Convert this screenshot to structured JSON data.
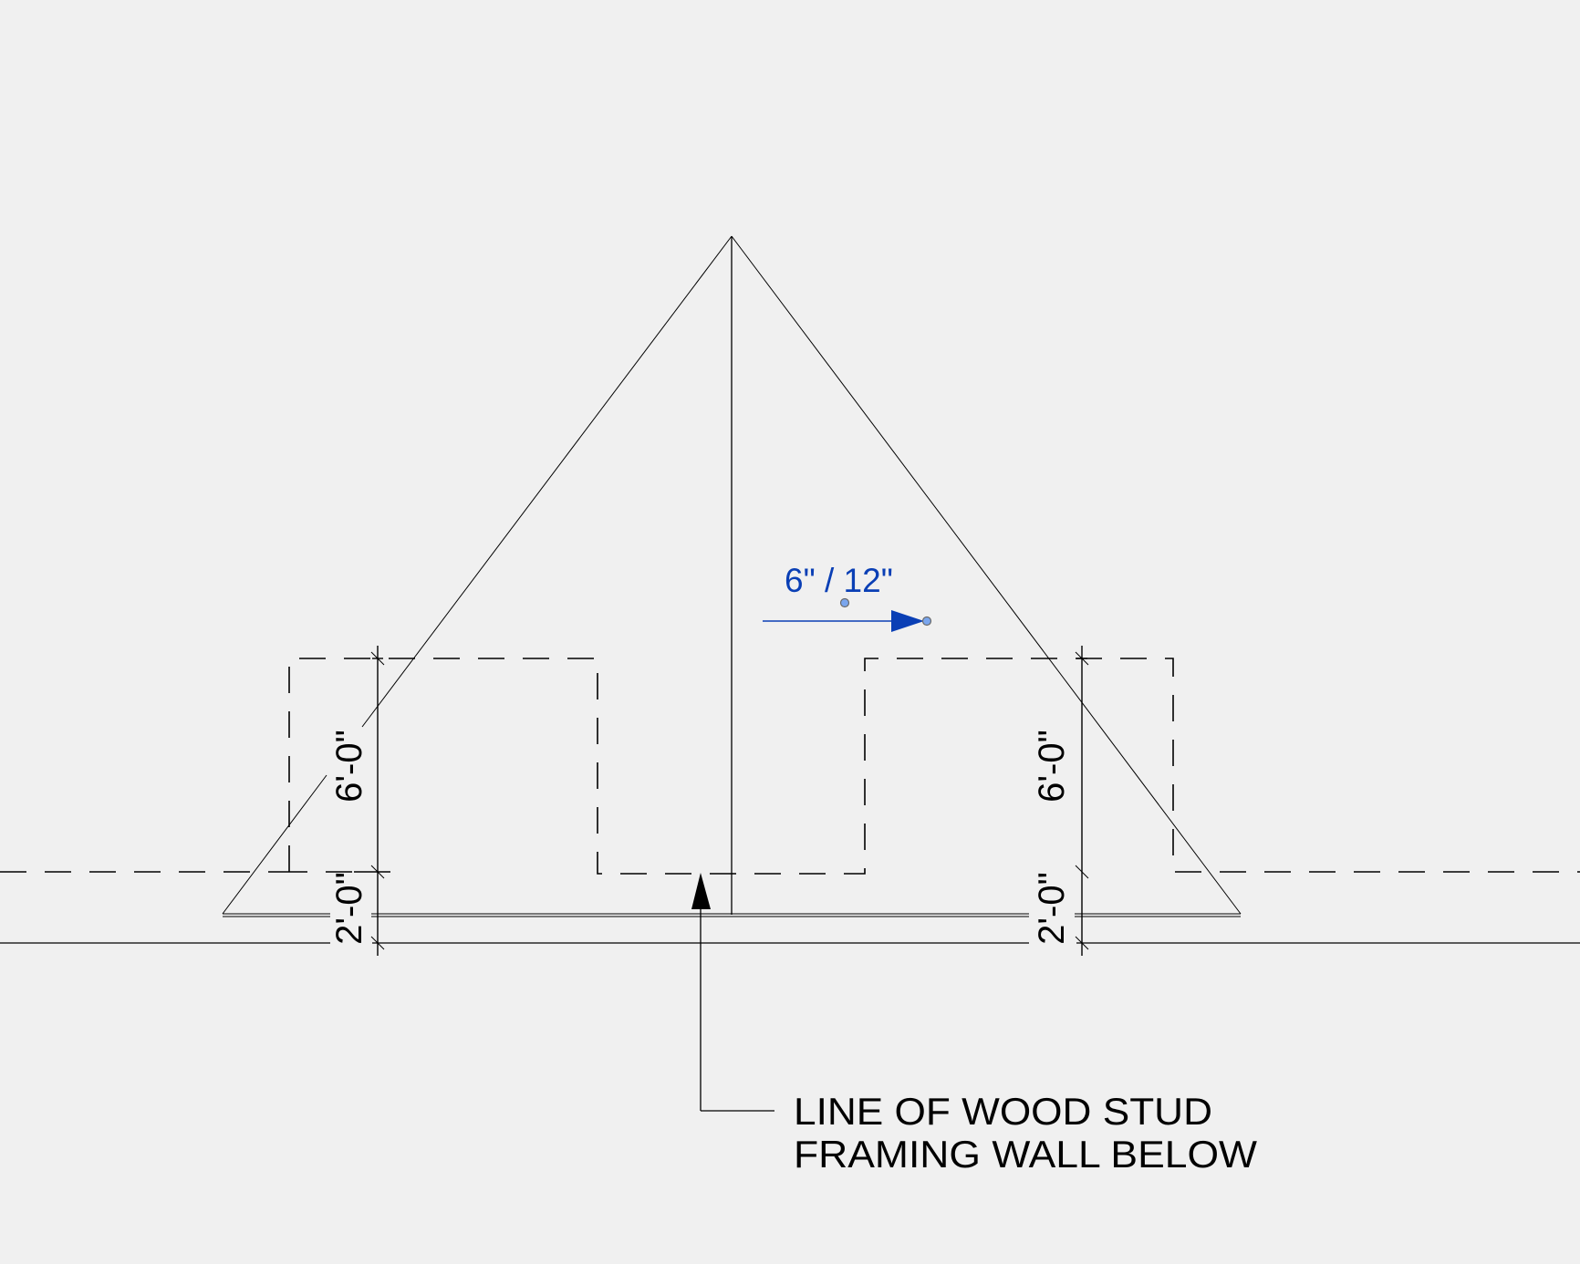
{
  "view": {
    "background": "#f0f0f0",
    "line_color": "#000000",
    "annotation_color": "#0a3fb5",
    "grip_color": "#6f9de8"
  },
  "roof_slope": {
    "label": "6\" / 12\"",
    "direction": "right"
  },
  "dimensions": {
    "left": {
      "upper": "6'-0\"",
      "lower": "2'-0\""
    },
    "right": {
      "upper": "6'-0\"",
      "lower": "2'-0\""
    }
  },
  "leader_note": {
    "line1": "LINE OF WOOD STUD",
    "line2": "FRAMING WALL BELOW"
  },
  "icons": {
    "slope-arrow": "filled-triangle-arrow-right",
    "leader-arrow": "filled-triangle-arrow-up",
    "grip-handles": "circle-grip"
  }
}
